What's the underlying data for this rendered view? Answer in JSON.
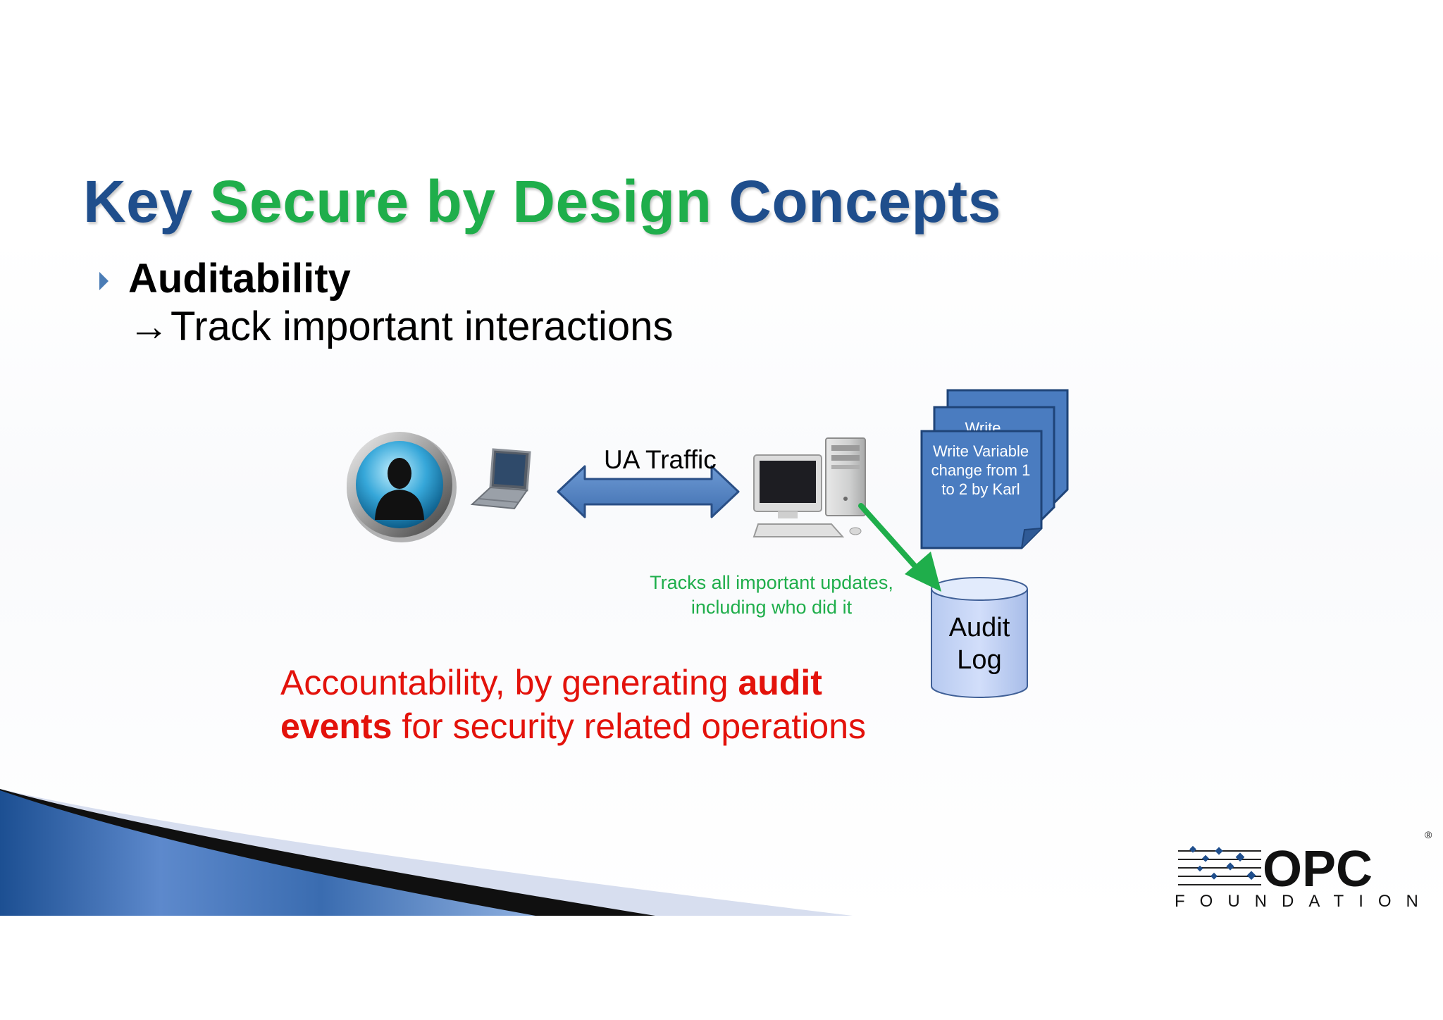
{
  "title": {
    "part1": "Key",
    "part2": "Secure by Design",
    "part3": "Concepts"
  },
  "bullet": {
    "heading": "Auditability",
    "arrow": "→",
    "sub": "Track important interactions"
  },
  "diagram": {
    "traffic_label": "UA Traffic",
    "tracks_label": "Tracks all important updates, including who did it",
    "write_note_back": "Write",
    "write_note": "Write Variable change from 1 to 2 by Karl",
    "audit_label_line1": "Audit",
    "audit_label_line2": "Log"
  },
  "accountability": {
    "part1": "Accountability, by generating",
    "bold1": "audit",
    "bold2": "events",
    "part2": "for security related operations"
  },
  "logo": {
    "text": "OPC",
    "subtext": "FOUNDATION",
    "registered": "®"
  },
  "colors": {
    "title_blue": "#1f4e8c",
    "title_green": "#1fae4b",
    "note_blue": "#4a7cc0",
    "accent_red": "#e3120b",
    "track_green": "#1fae4b"
  }
}
